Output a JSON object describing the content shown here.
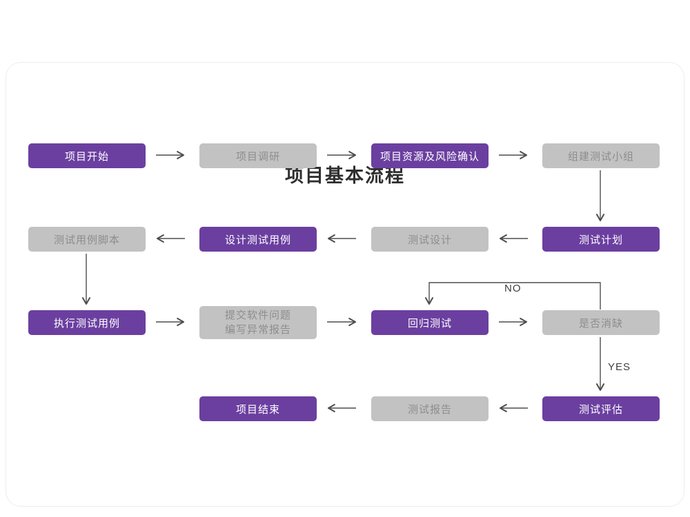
{
  "title": "项目基本流程",
  "colors": {
    "purple": "#6b3fa0",
    "purple_text": "#ffffff",
    "gray_box": "#c2c2c2",
    "gray_text": "#8d8d8d",
    "arrow": "#4d4d4d",
    "title_text": "#2f2f2f"
  },
  "nodes": {
    "start": {
      "label": "项目开始"
    },
    "research": {
      "label": "项目调研"
    },
    "risk": {
      "label": "项目资源及风险确认"
    },
    "team": {
      "label": "组建测试小组"
    },
    "plan": {
      "label": "测试计划"
    },
    "design": {
      "label": "测试设计"
    },
    "design_cases": {
      "label": "设计测试用例"
    },
    "script": {
      "label": "测试用例脚本"
    },
    "execute": {
      "label": "执行测试用例"
    },
    "submit": {
      "line1": "提交软件问题",
      "line2": "编写异常报告"
    },
    "regression": {
      "label": "回归测试"
    },
    "defect": {
      "label": "是否消缺"
    },
    "evaluate": {
      "label": "测试评估"
    },
    "report": {
      "label": "测试报告"
    },
    "end": {
      "label": "项目结束"
    }
  },
  "edge_labels": {
    "no": "NO",
    "yes": "YES"
  }
}
